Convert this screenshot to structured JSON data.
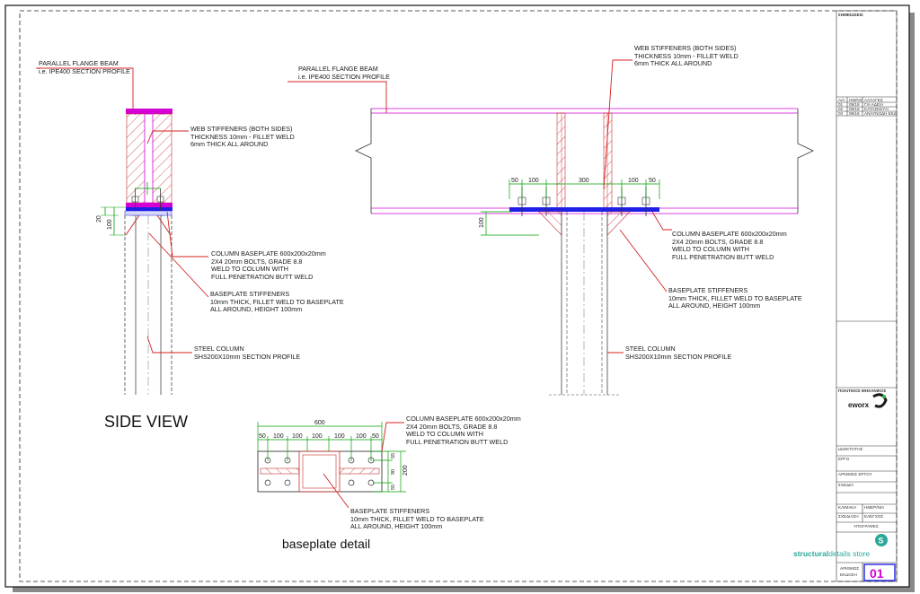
{
  "side_view": {
    "title": "SIDE VIEW",
    "beam_label": [
      "PARALLEL FLANGE BEAM",
      "i.e. IPE400 SECTION PROFILE"
    ],
    "web_stiffeners": [
      "WEB STIFFENERS (BOTH SIDES)",
      "THICKNESS 10mm - FILLET WELD",
      "6mm THICK ALL AROUND"
    ],
    "baseplate": [
      "COLUMN BASEPLATE 600x200x20mm",
      "2X4 20mm BOLTS, GRADE 8.8",
      "WELD TO COLUMN WITH",
      "FULL PENETRATION BUTT WELD"
    ],
    "stiffeners": [
      "BASEPLATE STIFFENERS",
      "10mm THICK, FILLET WELD TO BASEPLATE",
      "ALL AROUND, HEIGHT 100mm"
    ],
    "column": [
      "STEEL COLUMN",
      "SHS200X10mm SECTION PROFILE"
    ],
    "dims": [
      "20",
      "100"
    ]
  },
  "front_view": {
    "beam_label": [
      "PARALLEL FLANGE BEAM",
      "i.e. IPE400 SECTION PROFILE"
    ],
    "web_stiffeners": [
      "WEB STIFFENERS (BOTH SIDES)",
      "THICKNESS 10mm - FILLET WELD",
      "6mm THICK ALL AROUND"
    ],
    "baseplate": [
      "COLUMN BASEPLATE 600x200x20mm",
      "2X4 20mm BOLTS, GRADE 8.8",
      "WELD TO COLUMN WITH",
      "FULL PENETRATION BUTT WELD"
    ],
    "stiffeners": [
      "BASEPLATE STIFFENERS",
      "10mm THICK, FILLET WELD TO BASEPLATE",
      "ALL AROUND, HEIGHT 100mm"
    ],
    "column": [
      "STEEL COLUMN",
      "SHS200X10mm SECTION PROFILE"
    ],
    "dims_top": [
      "50",
      "100",
      "300",
      "100",
      "50"
    ],
    "dim_side": "100"
  },
  "plan_detail": {
    "title": "baseplate detail",
    "overall": "600",
    "dims_top": [
      "50",
      "100",
      "100",
      "100",
      "100",
      "100",
      "50"
    ],
    "dims_right": [
      "55",
      "90",
      "55"
    ],
    "dim_height": "200",
    "baseplate": [
      "COLUMN BASEPLATE 600x200x20mm",
      "2X4 20mm BOLTS, GRADE 8.8",
      "WELD TO COLUMN WITH",
      "FULL PENETRATION BUTT WELD"
    ],
    "stiffeners": [
      "BASEPLATE STIFFENERS",
      "10mm THICK, FILLET WELD TO BASEPLATE",
      "ALL AROUND, HEIGHT 100mm"
    ]
  },
  "title_block": {
    "notes_heading": "ΣΗΜΕΙΩΣΕΙΣ",
    "revision_headers": [
      "Α/Α",
      "ΗΜ/ΝΙΑ",
      "ΑΛΛΑΓΕΣ"
    ],
    "revisions": [
      [
        "01",
        "09/18",
        "ΓΙΑ ΑΔΕΙΑ"
      ],
      [
        "02",
        "09/18",
        "ΚΑΤΑΣΚΕΥΗ"
      ],
      [
        "03",
        "09/18",
        "ΑΝΑΥΝΟΔΗ ΕΚΔ."
      ]
    ],
    "engineer_heading": "ΠΟΛΙΤΙΚΟΣ ΜΗΧΑΝΙΚΟΣ",
    "logo_text": "eworx",
    "owner_label": "ΙΔΙΟΚΤΗΤΗΣ",
    "project_label": "ΕΡΓΟ",
    "project_no_label": "ΑΡΙΘΜΟΣ ΕΡΓΟΥ",
    "drawing_label": "ΣΧΕΔΙΟ",
    "scale_label": "ΚΛΙΜΑΚΑ",
    "date_label": "ΗΜΕΡ/ΝΙΑ",
    "drawn_label": "ΣΧΕΔΙΑΣΗ",
    "checked_label": "ΕΛΕΓΧΟΣ",
    "signatures_label": "ΥΠΟΓΡΑΦΕΣ",
    "brand": "structuraldetails store",
    "brand_bold": "structural",
    "brand_light": "details store",
    "drawing_no_label": "ΑΡΙΘΜΟΣ",
    "revision_label": "ΕΚΔΟΣΗ",
    "sheet_no": "01"
  },
  "colors": {
    "steel_blue": "#1f1fe6",
    "flange_magenta": "#d400d4",
    "leader_red": "#d42020",
    "weld_red": "#c83030",
    "dim_green": "#00a000",
    "bolt_yellow": "#e8d400"
  }
}
